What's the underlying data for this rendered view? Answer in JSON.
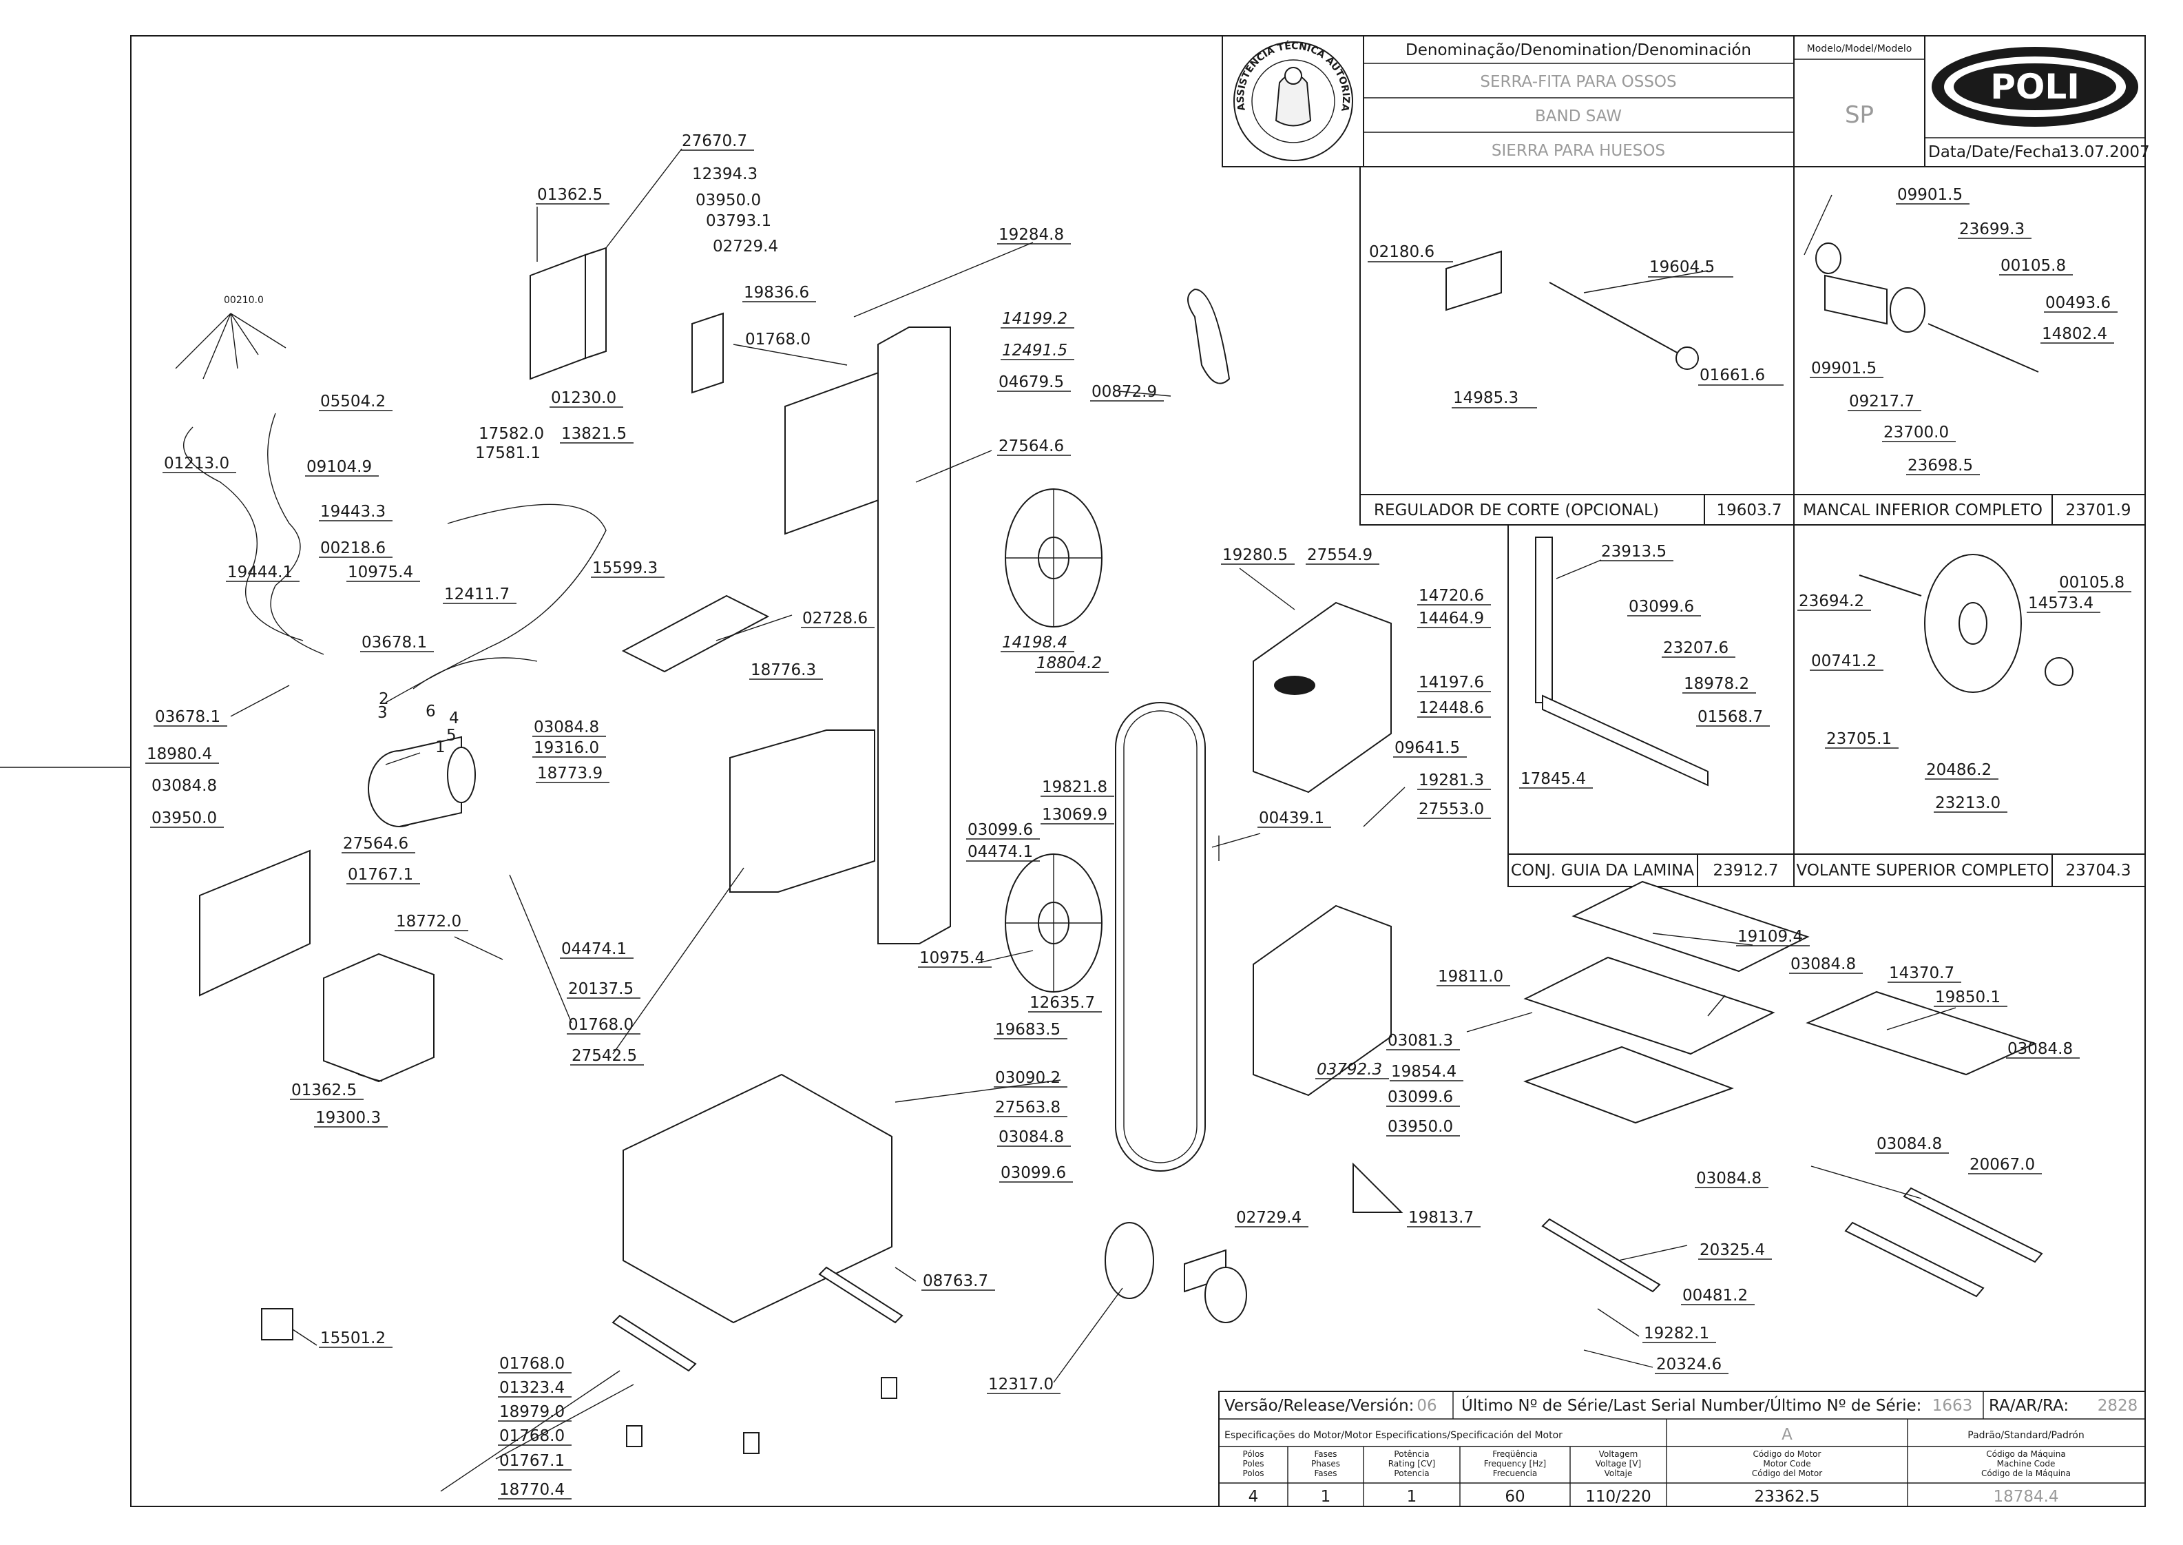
{
  "header": {
    "denomination_label": "Denominação/Denomination/Denominación",
    "name_pt": "SERRA-FITA PARA OSSOS",
    "name_en": "BAND SAW",
    "name_es": "SIERRA PARA HUESOS",
    "model_label": "Modelo/Model/Modelo",
    "model_value": "SP",
    "brand": "POLI",
    "date_label": "Data/Date/Fecha:",
    "date_value": "13.07.2007",
    "seal_text": "ASSISTÊNCIA TÉCNICA AUTORIZADA"
  },
  "subassemblies": [
    {
      "title": "REGULADOR DE CORTE (OPCIONAL)",
      "code": "19603.7"
    },
    {
      "title": "MANCAL INFERIOR COMPLETO",
      "code": "23701.9"
    },
    {
      "title": "CONJ. GUIA DA LAMINA",
      "code": "23912.7"
    },
    {
      "title": "VOLANTE SUPERIOR COMPLETO",
      "code": "23704.3"
    }
  ],
  "footer": {
    "release_label": "Versão/Release/Versión:",
    "release_value": "06",
    "serial_label": "Último Nº de Série/Last Serial Number/Último Nº de Série:",
    "serial_value": "1663",
    "ra_label": "RA/AR/RA:",
    "ra_value": "2828",
    "motor_spec_label": "Especificações do Motor/Motor Especifications/Specificación del Motor",
    "motor_letter": "A",
    "standard_label": "Padrão/Standard/Padrón",
    "columns": [
      {
        "h1": "Pólos",
        "h2": "Poles",
        "h3": "Polos",
        "value": "4"
      },
      {
        "h1": "Fases",
        "h2": "Phases",
        "h3": "Fases",
        "value": "1"
      },
      {
        "h1": "Potência",
        "h2": "Rating [CV]",
        "h3": "Potencia",
        "value": "1"
      },
      {
        "h1": "Freqüência",
        "h2": "Frequency [Hz]",
        "h3": "Frecuencia",
        "value": "60"
      },
      {
        "h1": "Voltagem",
        "h2": "Voltage [V]",
        "h3": "Voltaje",
        "value": "110/220"
      }
    ],
    "motor_code_h1": "Código do Motor",
    "motor_code_h2": "Motor Code",
    "motor_code_h3": "Código del Motor",
    "motor_code_value": "23362.5",
    "machine_code_h1": "Código da Máquina",
    "machine_code_h2": "Machine Code",
    "machine_code_h3": "Código de la Máquina",
    "machine_code_value": "18784.4"
  },
  "parts": [
    "27670.7",
    "01362.5",
    "12394.3",
    "03950.0",
    "03793.1",
    "02729.4",
    "19836.6",
    "19284.8",
    "01768.0",
    "14199.2",
    "12491.5",
    "04679.5",
    "00872.9",
    "27564.6",
    "00210.0",
    "05504.2",
    "01213.0",
    "09104.9",
    "17582.0",
    "17581.1",
    "13821.5",
    "01230.0",
    "19443.3",
    "00218.6",
    "10975.4",
    "19444.1",
    "15599.3",
    "12411.7",
    "02728.6",
    "18776.3",
    "03678.1",
    "03678.1",
    "14198.4",
    "18804.2",
    "19821.8",
    "13069.9",
    "03084.8",
    "19316.0",
    "18773.9",
    "03099.6",
    "04474.1",
    "18980.4",
    "03084.8",
    "03950.0",
    "27564.6",
    "01767.1",
    "04474.1",
    "20137.5",
    "01768.0",
    "27542.5",
    "10975.4",
    "12635.7",
    "19683.5",
    "03090.2",
    "18772.0",
    "01362.5",
    "19300.3",
    "27563.8",
    "03084.8",
    "03099.6",
    "02729.4",
    "08763.7",
    "12317.0",
    "15501.2",
    "01768.0",
    "01323.4",
    "18979.0",
    "01768.0",
    "01767.1",
    "18770.4",
    "19280.5",
    "27554.9",
    "14720.6",
    "14464.9",
    "14197.6",
    "12448.6",
    "09641.5",
    "19281.3",
    "27553.0",
    "00439.1",
    "03792.3",
    "02180.6",
    "19604.5",
    "14985.3",
    "01661.6",
    "09901.5",
    "23699.3",
    "00105.8",
    "00493.6",
    "14802.4",
    "09901.5",
    "09217.7",
    "23700.0",
    "23698.5",
    "23913.5",
    "03099.6",
    "23207.6",
    "18978.2",
    "01568.7",
    "17845.4",
    "23694.2",
    "00105.8",
    "14573.4",
    "00741.2",
    "23705.1",
    "20486.2",
    "23213.0",
    "19109.4",
    "03084.8",
    "14370.7",
    "19850.1",
    "03084.8",
    "19811.0",
    "03081.3",
    "19854.4",
    "03099.6",
    "03950.0",
    "19813.7",
    "03084.8",
    "20325.4",
    "00481.2",
    "19282.1",
    "20324.6",
    "03084.8",
    "20067.0"
  ],
  "wire_numbers": [
    "1",
    "2",
    "3",
    "4",
    "5",
    "6"
  ]
}
